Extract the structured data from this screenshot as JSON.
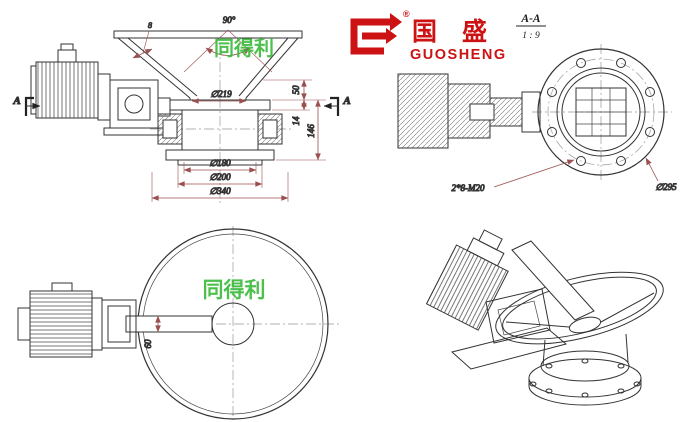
{
  "palette": {
    "line": "#333333",
    "dim_text": "#7a2424",
    "dim_line": "#9b4f4f",
    "brand_red": "#cc1212",
    "watermark_green": "#3dbb3d"
  },
  "brand": {
    "name_cn": "国 盛",
    "name_en": "GUOSHENG",
    "registered": "®"
  },
  "watermark": {
    "text": "同得利"
  },
  "section_callout": {
    "title": "A-A",
    "scale": "1 : 9"
  },
  "front_view": {
    "angle": "90°",
    "wall": "8",
    "bore": "∅219",
    "h50": "50",
    "h14": "14",
    "h146": "146",
    "d180": "∅180",
    "d200": "∅200",
    "d340": "∅340",
    "marker": "A"
  },
  "section_view": {
    "bolt_spec": "2*8-M20",
    "flange_dia": "∅295"
  },
  "plan_view": {
    "shaft_dim": "60"
  }
}
